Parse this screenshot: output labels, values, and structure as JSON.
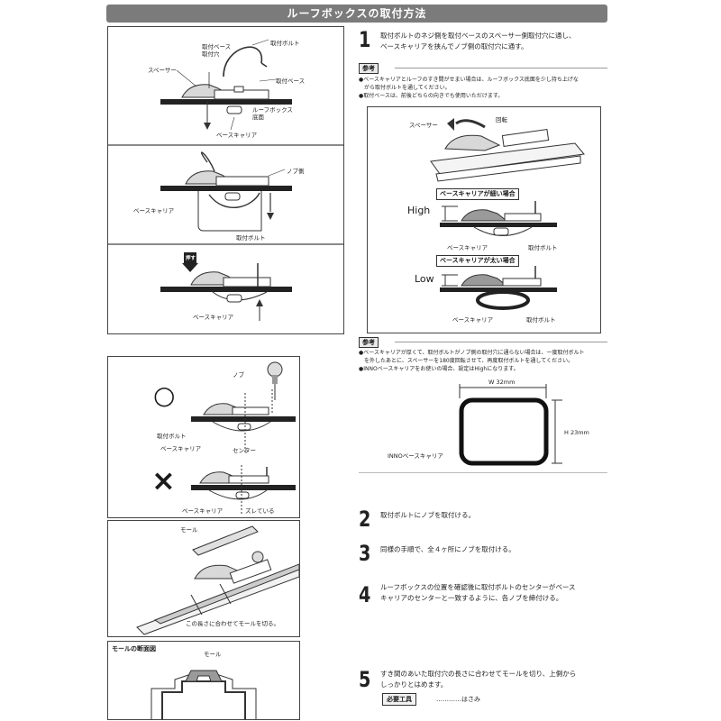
{
  "header": {
    "title": "ルーフボックスの取付方法"
  },
  "left": {
    "panel1": {
      "labels": {
        "base_hole": "取付ベース\n取付穴",
        "bolt": "取付ボルト",
        "spacer": "スペーサー",
        "base": "取付ベース",
        "box_bottom": "ルーフボックス\n底面",
        "carrier": "ベースキャリア"
      }
    },
    "panel2": {
      "labels": {
        "knob_side": "ノブ側",
        "carrier": "ベースキャリア",
        "bolt": "取付ボルト"
      }
    },
    "panel3": {
      "labels": {
        "press": "押す",
        "carrier": "ベースキャリア"
      }
    },
    "panel4": {
      "labels": {
        "knob": "ノブ",
        "ok_mark": "○",
        "ng_mark": "×",
        "bolt": "取付ボルト",
        "carrier": "ベースキャリア",
        "center": "センター",
        "carrier2": "ベースキャリア",
        "shifted": "ズレている"
      }
    },
    "panel5": {
      "labels": {
        "mold": "モール",
        "cut_note": "この長さに合わせてモールを切る。"
      }
    },
    "panel6": {
      "title": "モールの断面図",
      "labels": {
        "mold": "モール"
      }
    }
  },
  "right": {
    "step1": {
      "num": "1",
      "text": "取付ボルトのネジ側を取付ベースのスペーサー側取付穴に通し、\nベースキャリアを挟んでノブ側の取付穴に通す。"
    },
    "ref1": {
      "badge": "参考",
      "notes": [
        "●ベースキャリアとルーフのすき間がせまい場合は、ルーフボックス底面を少し持ち上げな",
        "　がら取付ボルトを通してください。",
        "●取付ベースは、前後どちらの向きでも使用いただけます。"
      ]
    },
    "diagram": {
      "spacer": "スペーサー",
      "rotate": "回転",
      "thin_title": "ベースキャリアが細い場合",
      "high": "High",
      "carrier": "ベースキャリア",
      "bolt": "取付ボルト",
      "thick_title": "ベースキャリアが太い場合",
      "low": "Low",
      "carrier2": "ベースキャリア",
      "bolt2": "取付ボルト"
    },
    "ref2": {
      "badge": "参考",
      "notes": [
        "●ベースキャリアが厚くて、取付ボルトがノブ側の取付穴に通らない場合は、一度取付ボルト",
        "　を外したあとに、スペーサーを180度回転させて、再度取付ボルトを通してください。",
        "●INNOベースキャリアをお使いの場合、設定はHighになります。"
      ]
    },
    "inno": {
      "width": "W 32mm",
      "height": "H 23mm",
      "label": "INNOベースキャリア"
    },
    "step2": {
      "num": "2",
      "text": "取付ボルトにノブを取付ける。"
    },
    "step3": {
      "num": "3",
      "text": "同様の手順で、全４ヶ所にノブを取付ける。"
    },
    "step4": {
      "num": "4",
      "text": "ルーフボックスの位置を確認後に取付ボルトのセンターがベース\nキャリアのセンターと一致するように、各ノブを締付ける。"
    },
    "step5": {
      "num": "5",
      "text": "すき間のあいた取付穴の長さに合わせてモールを切り、上側から\nしっかりとはめます。",
      "tools_label": "必要工具",
      "tools_value": "…………はさみ"
    }
  }
}
